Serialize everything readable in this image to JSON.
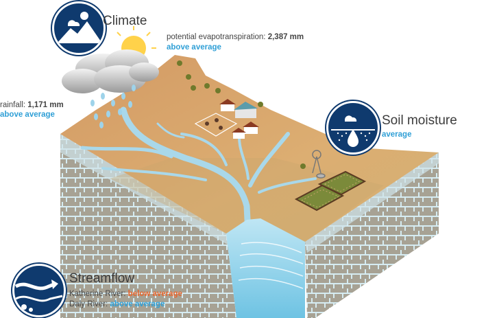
{
  "climate": {
    "heading": "Climate",
    "icon": "climate-icon",
    "evapotranspiration": {
      "label": "potential evapotranspiration:",
      "value": "2,387 mm",
      "status": "above average"
    },
    "rainfall": {
      "label": "rainfall:",
      "value": "1,171 mm",
      "status": "above average"
    }
  },
  "soil_moisture": {
    "heading": "Soil moisture",
    "icon": "soil-moisture-icon",
    "status": "average"
  },
  "streamflow": {
    "heading": "Streamflow",
    "icon": "streamflow-icon",
    "rivers": [
      {
        "label": "Katherine River:",
        "status": "below average"
      },
      {
        "label": "Daly River:",
        "status": "above average"
      }
    ]
  },
  "colors": {
    "badge": "#0f3a6e",
    "above": "#2f9fd6",
    "below": "#e8642a",
    "soil": "#d9a46b",
    "water": "#8ccfe6"
  }
}
